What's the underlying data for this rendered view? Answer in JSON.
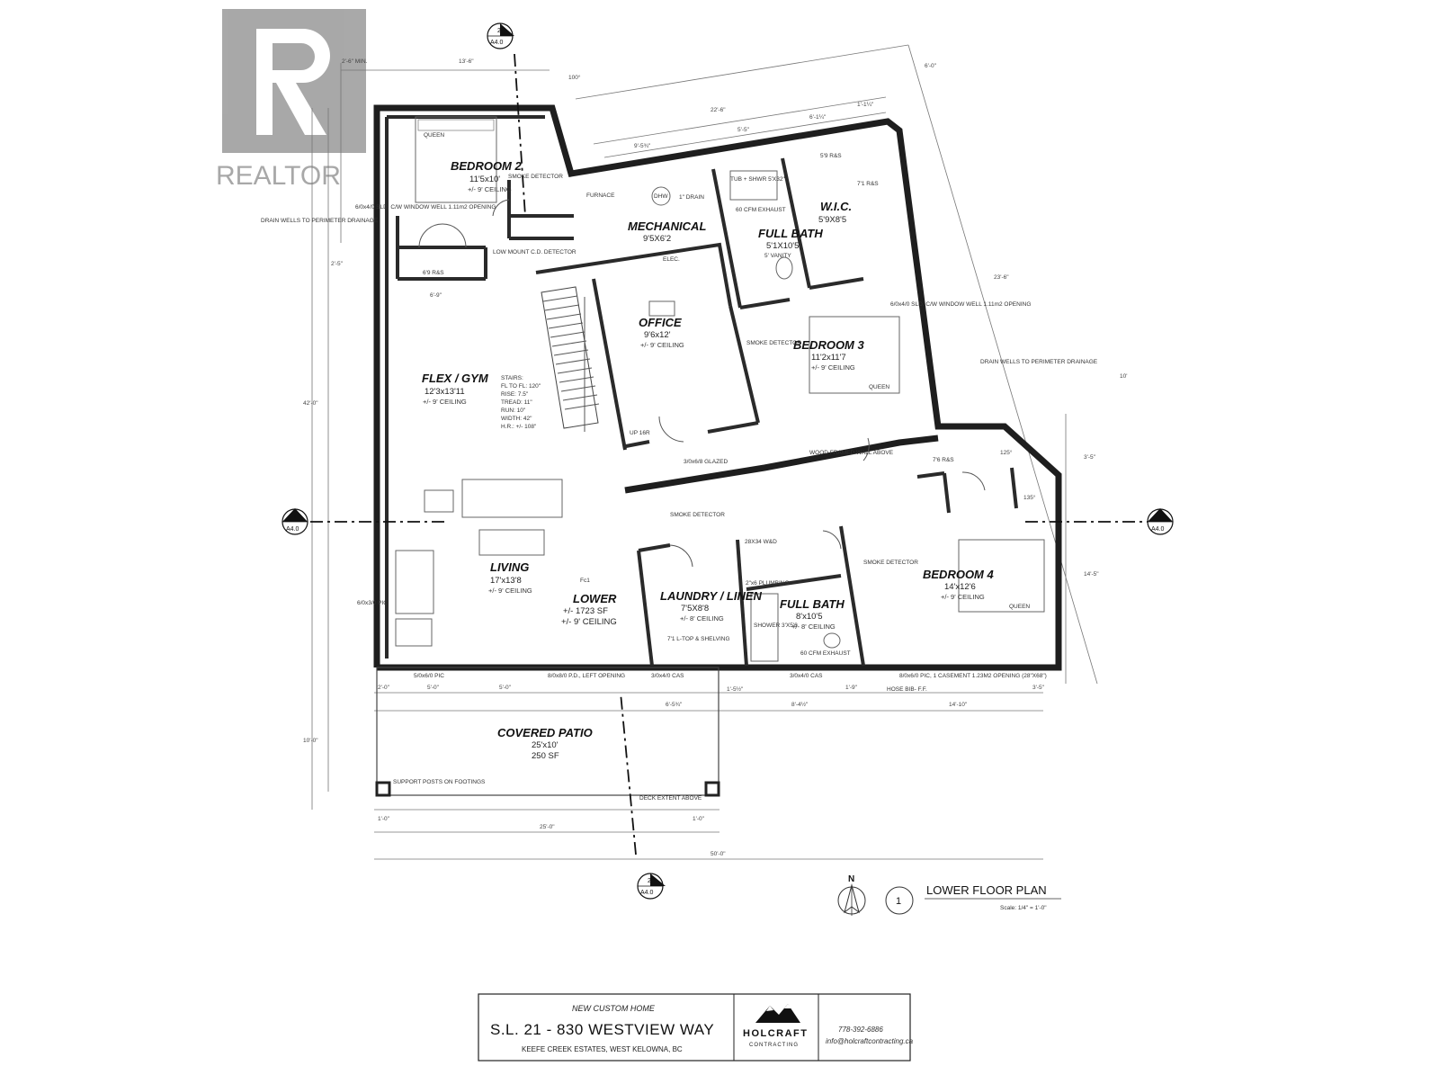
{
  "watermark": {
    "text": "REALTOR"
  },
  "rooms": {
    "bedroom2": {
      "name": "BEDROOM 2",
      "size": "11'5x10'",
      "ceiling": "+/- 9' CEILING"
    },
    "mechanical": {
      "name": "MECHANICAL",
      "size": "9'5X6'2"
    },
    "full_bath_1": {
      "name": "FULL BATH",
      "size": "5'1X10'5"
    },
    "wic": {
      "name": "W.I.C.",
      "size": "5'9X8'5"
    },
    "office": {
      "name": "OFFICE",
      "size": "9'6x12'",
      "ceiling": "+/- 9' CEILING"
    },
    "bedroom3": {
      "name": "BEDROOM 3",
      "size": "11'2x11'7",
      "ceiling": "+/- 9' CEILING"
    },
    "flex_gym": {
      "name": "FLEX / GYM",
      "size": "12'3x13'11",
      "ceiling": "+/- 9' CEILING"
    },
    "living": {
      "name": "LIVING",
      "size": "17'x13'8",
      "ceiling": "+/- 9' CEILING"
    },
    "lower": {
      "name": "LOWER",
      "area": "+/- 1723 SF",
      "ceiling": "+/- 9' CEILING"
    },
    "laundry": {
      "name": "LAUNDRY / LINEN",
      "size": "7'5X8'8",
      "ceiling": "+/- 8' CEILING"
    },
    "full_bath_2": {
      "name": "FULL BATH",
      "size": "8'x10'5",
      "ceiling": "+/- 8' CEILING"
    },
    "bedroom4": {
      "name": "BEDROOM 4",
      "size": "14'x12'6",
      "ceiling": "+/- 9' CEILING"
    },
    "patio": {
      "name": "COVERED PATIO",
      "size": "25'x10'",
      "area": "250 SF"
    }
  },
  "notes": {
    "queen_1": "QUEEN",
    "queen_2": "QUEEN",
    "queen_3": "QUEEN",
    "smoke_1": "SMOKE DETECTOR",
    "smoke_2": "SMOKE DETECTOR",
    "smoke_3": "SMOKE DETECTOR",
    "smoke_4": "SMOKE DETECTOR",
    "low_mount": "LOW MOUNT C.D. DETECTOR",
    "drain_left": "DRAIN WELLS TO PERIMETER DRAINAGE",
    "drain_right": "DRAIN WELLS TO PERIMETER DRAINAGE",
    "furnace": "FURNACE",
    "dhw": "DHW",
    "floor_drain": "1\" DRAIN",
    "tub": "TUB + SHWR 5'X32\"",
    "exhaust_1": "60 CFM EXHAUST",
    "exhaust_2": "60 CFM EXHAUST",
    "vanity": "5' VANITY",
    "elec": "ELEC.",
    "wood_framed": "WOOD FRAMED WALL ABOVE",
    "stairs": [
      "STAIRS:",
      "FL TO FL: 120\"",
      "RISE: 7.5\"",
      "TREAD: 11\"",
      "RUN: 10\"",
      "WIDTH: 42\"",
      "H.R.: +/- 108\""
    ],
    "up": "UP 16R",
    "wd": "28X34 W&D",
    "plumbing": "2\"x6 PLUMBING",
    "shower": "SHOWER 3'X5'6",
    "hose": "HOSE BIB- F.F.",
    "support_posts": "SUPPORT POSTS ON FOOTINGS",
    "deck_extent": "DECK EXTENT ABOVE",
    "pd": "8/0x8/0 P.D., LEFT OPENING",
    "pic_left": "5/0x6/0 PIC",
    "pic_right": "8/0x6/0 PIC, 1 CASEMENT 1.23M2 OPENING (28\"X68\")",
    "cas_1": "3/0x4/0 CAS",
    "cas_2": "3/0x4/0 CAS",
    "sld_left": "6/0x4/0 SLD. C/W WINDOW WELL 1.11m2 OPENING",
    "sld_right": "6/0x4/0 SLD. C/W WINDOW WELL 1.11m2 OPENING",
    "pic_6_0": "6/0x3/0 PIC",
    "glazed": "3/0x6/8 GLAZED",
    "rs_1": "6'9 R&S",
    "rs_2": "5'9 R&S",
    "rs_3": "7'6 R&S",
    "rs_4": "7'1 R&S",
    "shelving": "7'1 L-TOP & SHELVING",
    "fc1": "Fc1"
  },
  "dimensions": {
    "top_13_6": "13'-6\"",
    "top_2_6_min": "2'-6\" MIN.",
    "top_22_6": "22'-6\"",
    "top_6_1": "6'-1¼\"",
    "top_1_1": "1'-1¼\"",
    "top_9_5": "9'-5¾\"",
    "top_5_5": "5'-5\"",
    "right_6_0": "6'-0\"",
    "right_23_6": "23'-6\"",
    "right_10": "10'",
    "right_14_5": "14'-5\"",
    "right_3_5": "3'-5\"",
    "left_42": "42'-0\"",
    "left_10": "10'-0\"",
    "left_2_5": "2'-5\"",
    "left_6_9": "6'-9\"",
    "bot_2_0": "2'-0\"",
    "bot_5_0a": "5'-0\"",
    "bot_5_0b": "5'-0\"",
    "bot_6_5": "6'-5¾\"",
    "bot_1_5": "1'-5½\"",
    "bot_8_4": "8'-4½\"",
    "bot_1_9": "1'-9\"",
    "bot_14_10": "14'-10\"",
    "bot_3_5": "3'-5\"",
    "bot_1_0a": "1'-0\"",
    "bot_1_0b": "1'-0\"",
    "bot_25_0": "25'-0\"",
    "bot_50_0": "50'-0\"",
    "ang_100": "100°",
    "ang_125": "125°",
    "ang_135": "135°"
  },
  "sections": {
    "top": {
      "num": "2",
      "ref": "A4.0"
    },
    "left": {
      "num": "1",
      "ref": "A4.0"
    },
    "right": {
      "num": "1",
      "ref": "A4.0"
    },
    "bottom": {
      "num": "2",
      "ref": "A4.0"
    }
  },
  "plan_title": {
    "num": "1",
    "title": "LOWER FLOOR PLAN",
    "scale": "Scale: 1/4\" = 1'-0\"",
    "north": "N"
  },
  "title_block": {
    "line1": "NEW CUSTOM HOME",
    "address": "S.L. 21 - 830 WESTVIEW WAY",
    "line3": "KEEFE CREEK ESTATES, WEST KELOWNA, BC",
    "company": "HOLCRAFT",
    "company_sub": "CONTRACTING",
    "phone": "778-392-6886",
    "email": "info@holcraftcontracting.ca"
  }
}
